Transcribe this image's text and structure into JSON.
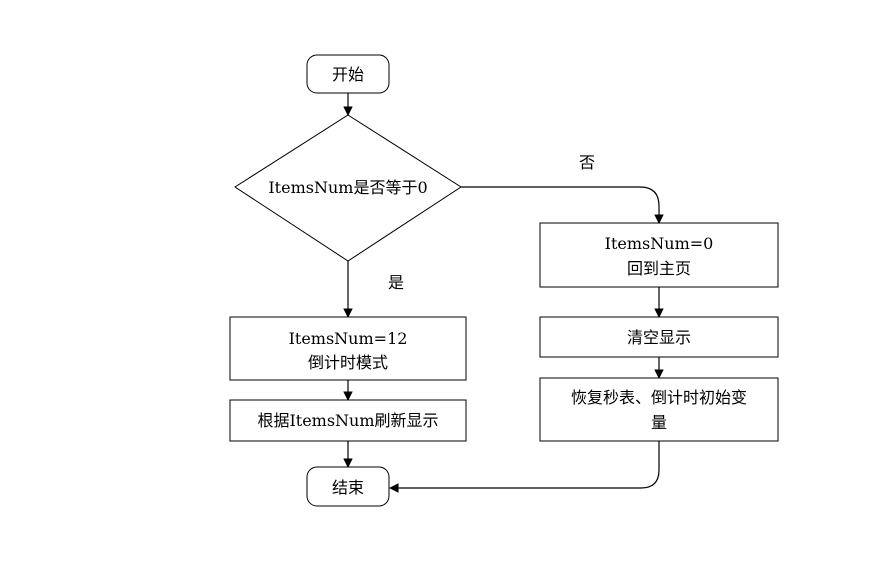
{
  "nodes": {
    "start": "开始",
    "decision": "ItemsNum是否等于0",
    "countdown_line1": "ItemsNum=12",
    "countdown_line2": "倒计时模式",
    "refresh": "根据ItemsNum刷新显示",
    "end": "结束",
    "reset_line1": "ItemsNum=0",
    "reset_line2": "回到主页",
    "clear": "清空显示",
    "restore_line1": "恢复秒表、倒计时初始变",
    "restore_line2": "量"
  },
  "edges": {
    "yes_label": "是",
    "no_label": "否"
  }
}
